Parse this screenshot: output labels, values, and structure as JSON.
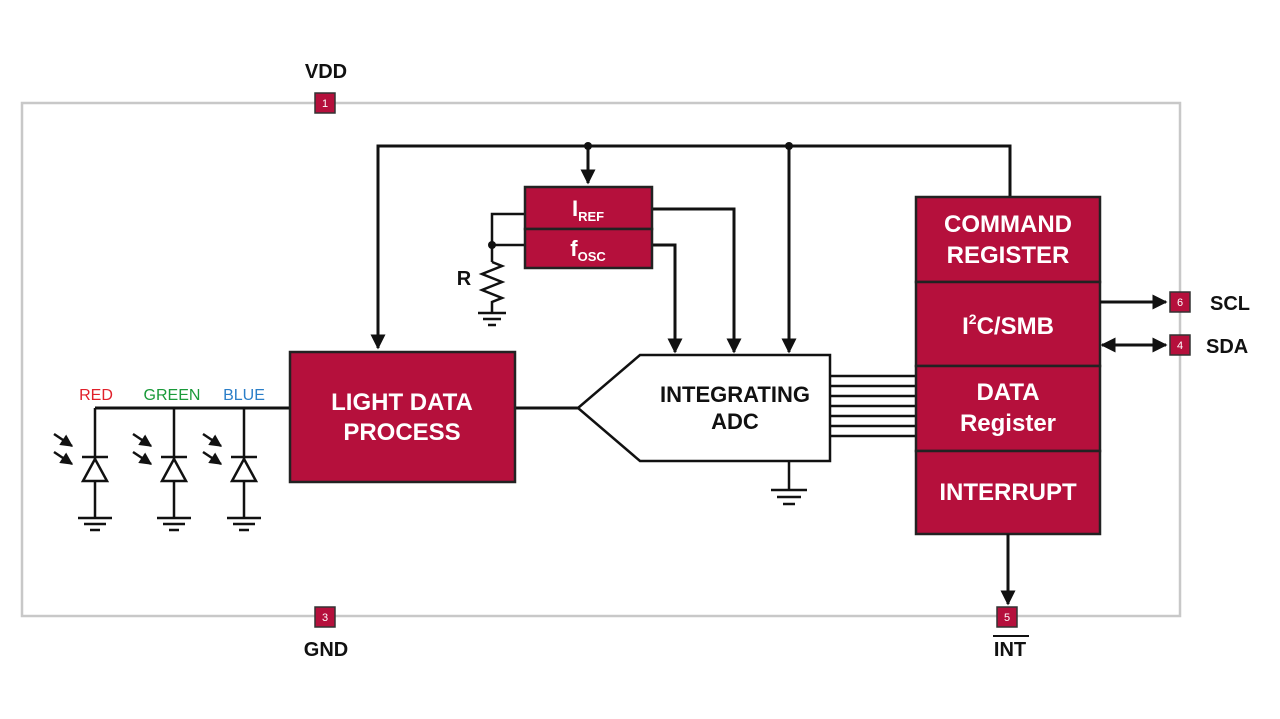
{
  "pins": {
    "vdd": {
      "label": "VDD",
      "number": "1"
    },
    "gnd": {
      "label": "GND",
      "number": "3"
    },
    "scl": {
      "label": "SCL",
      "number": "6"
    },
    "sda": {
      "label": "SDA",
      "number": "4"
    },
    "int": {
      "label": "INT",
      "number": "5"
    }
  },
  "blocks": {
    "iref": {
      "main": "I",
      "sub": "REF"
    },
    "fosc": {
      "main": "f",
      "sub": "OSC"
    },
    "light_data": {
      "line1": "LIGHT DATA",
      "line2": "PROCESS"
    },
    "adc": {
      "line1": "INTEGRATING",
      "line2": "ADC"
    },
    "command": {
      "line1": "COMMAND",
      "line2": "REGISTER"
    },
    "i2c": {
      "pre": "I",
      "sup": "2",
      "post": "C/SMB"
    },
    "data_reg": {
      "line1": "DATA",
      "line2": "Register"
    },
    "interrupt": {
      "label": "INTERRUPT"
    }
  },
  "resistor_label": "R",
  "photodiodes": {
    "red": {
      "label": "RED",
      "color": "#e0202a"
    },
    "green": {
      "label": "GREEN",
      "color": "#1a9a3a"
    },
    "blue": {
      "label": "BLUE",
      "color": "#2a7ec8"
    }
  },
  "colors": {
    "block": "#b5103c",
    "wire": "#111111",
    "border": "#c8c8c8"
  }
}
